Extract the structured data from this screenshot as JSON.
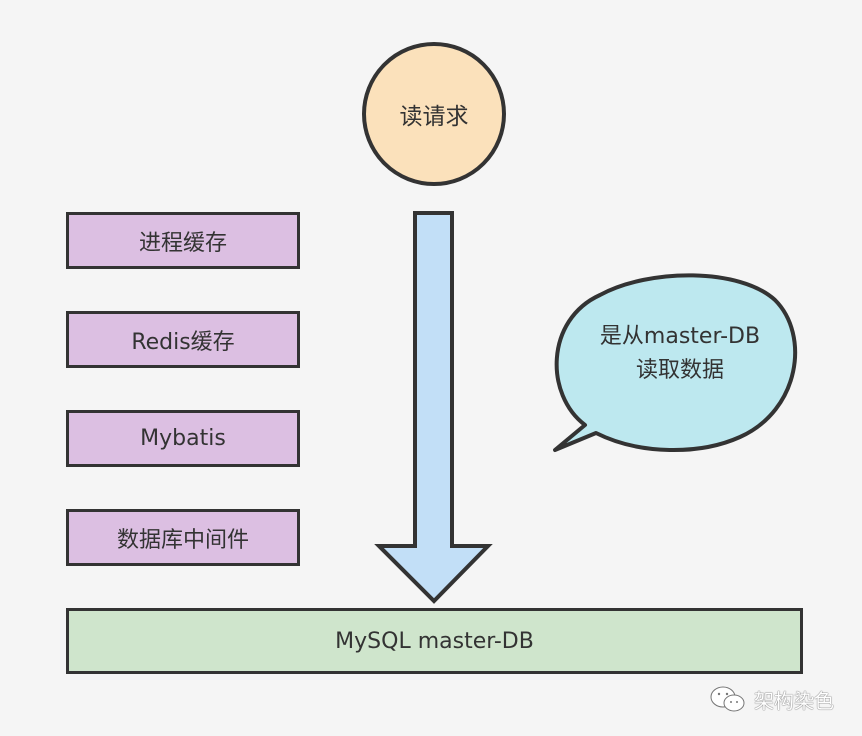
{
  "diagram": {
    "request_node": {
      "label": "读请求",
      "shape": "circle",
      "fill": "#fbe1bb"
    },
    "layers": [
      {
        "label": "进程缓存"
      },
      {
        "label": "Redis缓存"
      },
      {
        "label": "Mybatis"
      },
      {
        "label": "数据库中间件"
      }
    ],
    "layer_fill": "#dcbfe2",
    "arrow": {
      "direction": "down",
      "fill": "#c2dff7",
      "from": "读请求",
      "to": "MySQL master-DB"
    },
    "speech_bubble": {
      "line1": "是从master-DB",
      "line2": "读取数据",
      "fill": "#bde8ef"
    },
    "database_node": {
      "label": "MySQL master-DB",
      "fill": "#cfe5cc"
    },
    "stroke_color": "#333333"
  },
  "watermark": {
    "icon": "wechat-icon",
    "text": "架构染色"
  }
}
